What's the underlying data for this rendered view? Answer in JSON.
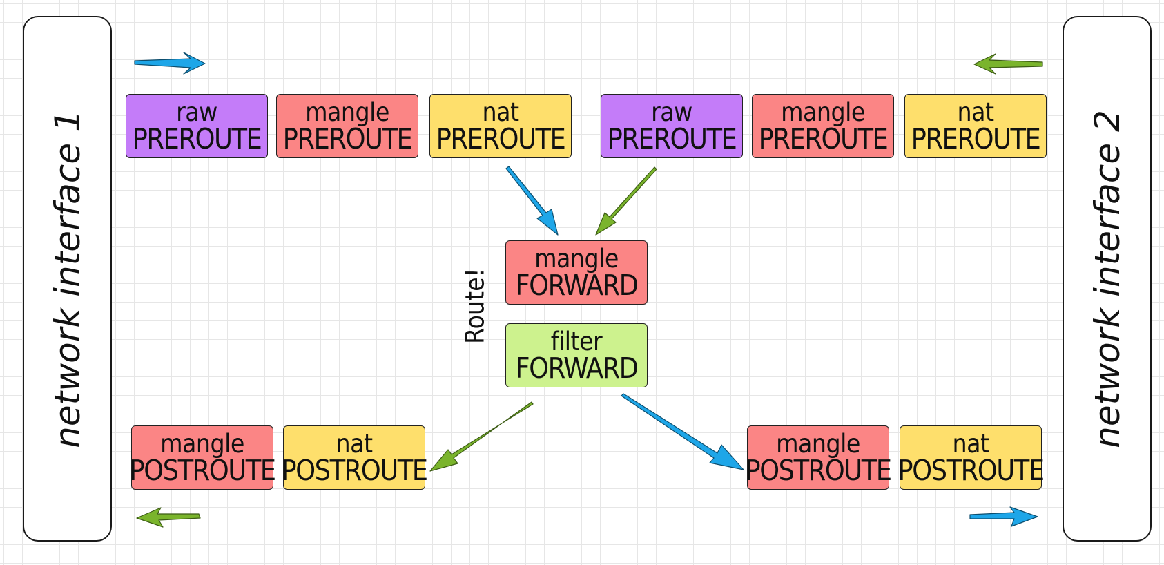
{
  "interfaces": {
    "left": "network interface 1",
    "right": "network interface 2"
  },
  "route_label": "Route!",
  "boxes": {
    "in1_raw": {
      "table": "raw",
      "chain": "PREROUTE"
    },
    "in1_mangle": {
      "table": "mangle",
      "chain": "PREROUTE"
    },
    "in1_nat": {
      "table": "nat",
      "chain": "PREROUTE"
    },
    "in2_raw": {
      "table": "raw",
      "chain": "PREROUTE"
    },
    "in2_mangle": {
      "table": "mangle",
      "chain": "PREROUTE"
    },
    "in2_nat": {
      "table": "nat",
      "chain": "PREROUTE"
    },
    "fwd_mangle": {
      "table": "mangle",
      "chain": "FORWARD"
    },
    "fwd_filter": {
      "table": "filter",
      "chain": "FORWARD"
    },
    "out1_mangle": {
      "table": "mangle",
      "chain": "POSTROUTE"
    },
    "out1_nat": {
      "table": "nat",
      "chain": "POSTROUTE"
    },
    "out2_mangle": {
      "table": "mangle",
      "chain": "POSTROUTE"
    },
    "out2_nat": {
      "table": "nat",
      "chain": "POSTROUTE"
    }
  },
  "colors": {
    "raw": "#c47cf9",
    "mangle": "#fb8585",
    "nat": "#fedf6c",
    "filter": "#cdf28e",
    "arrow_blue": "#1ea6e8",
    "arrow_green": "#7ab42c"
  }
}
